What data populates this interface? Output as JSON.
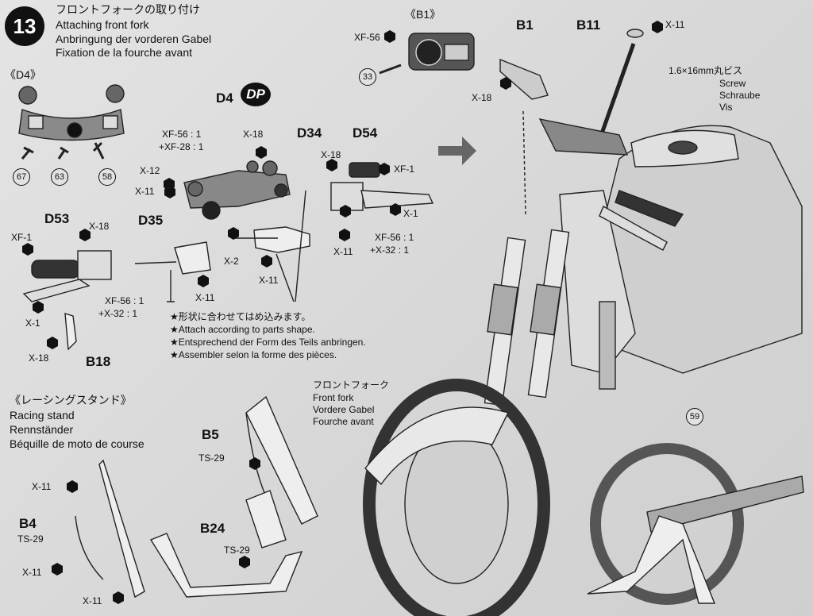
{
  "step": {
    "number": "13",
    "title_jp": "フロントフォークの取り付け",
    "title_en": "Attaching front fork",
    "title_de": "Anbringung der vorderen Gabel",
    "title_fr": "Fixation de la fourche avant"
  },
  "sections": {
    "d4": "《D4》",
    "b1": "《B1》",
    "stand_jp": "《レーシングスタンド》",
    "stand_en": "Racing stand",
    "stand_de": "Rennständer",
    "stand_fr": "Béquille de moto de course"
  },
  "parts": {
    "d4": "D4",
    "dp": "DP",
    "d34": "D34",
    "d54": "D54",
    "d53": "D53",
    "d35": "D35",
    "b18": "B18",
    "b1": "B1",
    "b11": "B11",
    "b5": "B5",
    "b4": "B4",
    "b24": "B24"
  },
  "callouts": {
    "x11": "X-11",
    "x12": "X-12",
    "x18": "X-18",
    "x1": "X-1",
    "x2": "X-2",
    "xf1": "XF-1",
    "xf56": "XF-56",
    "xf56_1": "XF-56 : 1",
    "xf28_1": "+XF-28 : 1",
    "x32_1": "+X-32 : 1",
    "ts29": "TS-29"
  },
  "refs": {
    "r67": "67",
    "r63": "63",
    "r58": "58",
    "r33": "33",
    "r59": "59"
  },
  "notes": {
    "jp": "★形状に合わせてはめ込みます。",
    "en": "★Attach according to parts shape.",
    "de": "★Entsprechend der Form des Teils anbringen.",
    "fr": "★Assembler selon la forme des pièces."
  },
  "screw": {
    "size": "1.6×16mm丸ビス",
    "en": "Screw",
    "de": "Schraube",
    "fr": "Vis"
  },
  "fork": {
    "jp": "フロントフォーク",
    "en": "Front fork",
    "de": "Vordere Gabel",
    "fr": "Fourche avant"
  }
}
